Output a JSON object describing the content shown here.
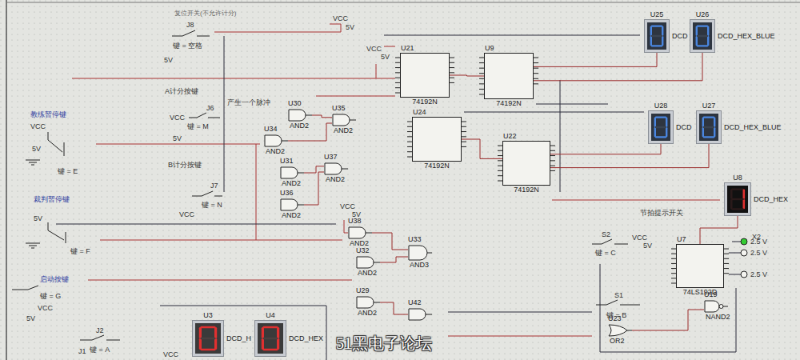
{
  "diagram": {
    "nodes": [
      {
        "text": [
          "U21",
          "74192N"
        ]
      },
      {
        "text": [
          "U9",
          "74192N"
        ]
      },
      {
        "text": [
          "U25",
          "DCD"
        ]
      },
      {
        "text": [
          "U26",
          "DCD_HEX_BLUE"
        ]
      },
      {
        "text": [
          "U30",
          "AND2"
        ]
      },
      {
        "text": [
          "U35",
          "AND2"
        ]
      },
      {
        "text": [
          "U34",
          "AND2"
        ]
      },
      {
        "text": [
          "U24",
          "74192N"
        ]
      },
      {
        "text": [
          "U22",
          "74192N"
        ]
      },
      {
        "text": [
          "U28",
          "DCD"
        ]
      },
      {
        "text": [
          "U27",
          "DCD_HEX_BLUE"
        ]
      },
      {
        "text": [
          "U31",
          "AND2"
        ]
      },
      {
        "text": [
          "U37",
          "AND2"
        ]
      },
      {
        "text": [
          "U36",
          "AND2"
        ]
      },
      {
        "text": [
          "U8",
          "DCD_HEX"
        ]
      },
      {
        "text": [
          "U38",
          "AND2"
        ]
      },
      {
        "text": [
          "U32",
          "AND2"
        ]
      },
      {
        "text": [
          "U33",
          "AND3"
        ]
      },
      {
        "text": [
          "U7",
          "74LS192D"
        ]
      },
      {
        "text": [
          "U29",
          "AND2"
        ]
      },
      {
        "text": [
          "U19",
          "NAND2"
        ]
      },
      {
        "text": [
          "U42"
        ]
      },
      {
        "text": [
          "U23",
          "OR2"
        ]
      },
      {
        "text": [
          "U3",
          "DCD_H"
        ]
      },
      {
        "text": [
          "U4",
          "DCD_HEX"
        ]
      }
    ],
    "edges": [
      {
        "from": 0,
        "to": 1,
        "arrow": "none"
      },
      {
        "from": 1,
        "to": 2,
        "arrow": "none"
      },
      {
        "from": 1,
        "to": 3,
        "arrow": "none"
      },
      {
        "from": 4,
        "to": 5,
        "arrow": "none"
      },
      {
        "from": 6,
        "to": 5,
        "arrow": "none"
      },
      {
        "from": 7,
        "to": 8,
        "arrow": "none"
      },
      {
        "from": 8,
        "to": 9,
        "arrow": "none"
      },
      {
        "from": 8,
        "to": 10,
        "arrow": "none"
      },
      {
        "from": 11,
        "to": 12,
        "arrow": "none"
      },
      {
        "from": 13,
        "to": 12,
        "arrow": "none"
      },
      {
        "from": 18,
        "to": 14,
        "arrow": "none"
      },
      {
        "from": 15,
        "to": 17,
        "arrow": "none"
      },
      {
        "from": 16,
        "to": 17,
        "arrow": "none"
      },
      {
        "from": 19,
        "to": 21,
        "arrow": "none"
      },
      {
        "from": 22,
        "to": 20,
        "arrow": "none"
      }
    ],
    "labels": [
      "复位开关(不允许计分)",
      "J8",
      "键 = 空格",
      "5V",
      "VCC",
      "5V",
      "VCC",
      "5V",
      "A计分按键",
      "产生一个脉冲",
      "J6",
      "VCC",
      "键 = M",
      "5V",
      "教练暂停键",
      "VCC",
      "5V",
      "键 = E",
      "B计分按键",
      "J7",
      "键 = N",
      "VCC",
      "裁判暂停键",
      "5V",
      "键 = F",
      "VCC",
      "5V",
      "启动按键",
      "键 = G",
      "VCC",
      "5V",
      "节拍提示开关",
      "S2",
      "VCC",
      "5V",
      "键 = C",
      "S1",
      "键 = B",
      "X2",
      "2.5 V",
      "2.5 V",
      "2.5 V",
      "J2",
      "J1",
      "键 = A",
      "VCC",
      "51黑电子论坛"
    ]
  }
}
